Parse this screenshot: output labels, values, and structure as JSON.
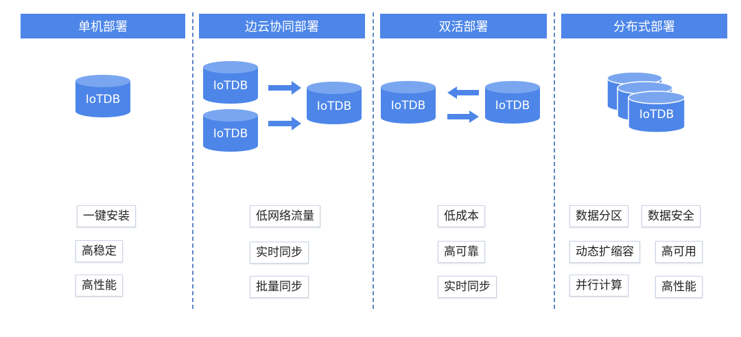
{
  "colors": {
    "accent": "#4d86e8",
    "cylinder_top": "#7aa6f0",
    "divider": "#5b84c4"
  },
  "icons": {
    "database": "database-cylinder-icon",
    "arrow": "arrow-icon"
  },
  "sections": [
    {
      "title": "单机部署",
      "databases": [
        "IoTDB"
      ],
      "features": [
        "一键安装",
        "高稳定",
        "高性能"
      ]
    },
    {
      "title": "边云协同部署",
      "databases": [
        "IoTDB",
        "IoTDB",
        "IoTDB"
      ],
      "features": [
        "低网络流量",
        "实时同步",
        "批量同步"
      ]
    },
    {
      "title": "双活部署",
      "databases": [
        "IoTDB",
        "IoTDB"
      ],
      "features": [
        "低成本",
        "高可靠",
        "实时同步"
      ]
    },
    {
      "title": "分布式部署",
      "databases": [
        "IoTDB"
      ],
      "features": [
        "数据分区",
        "数据安全",
        "动态扩缩容",
        "高可用",
        "并行计算",
        "高性能"
      ]
    }
  ]
}
